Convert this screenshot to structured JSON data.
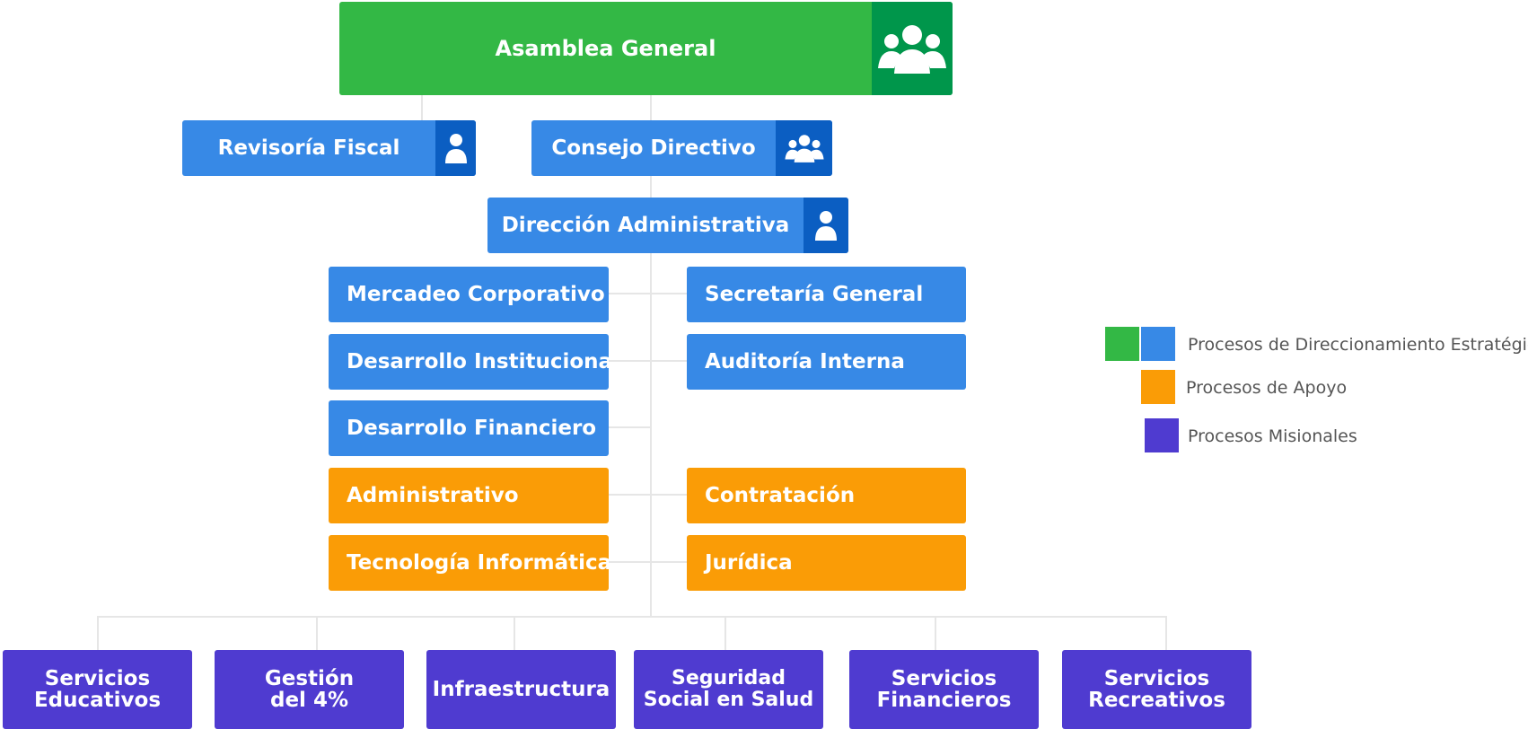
{
  "nodes": {
    "asamblea": "Asamblea General",
    "revisoria": "Revisoría Fiscal",
    "consejo": "Consejo Directivo",
    "direccion": "Dirección Administrativa",
    "mercadeo": "Mercadeo Corporativo",
    "secretaria": "Secretaría General",
    "des_institucional": "Desarrollo Institucional",
    "auditoria": "Auditoría Interna",
    "des_financiero": "Desarrollo Financiero",
    "administrativo": "Administrativo",
    "contratacion": "Contratación",
    "tecnologia": "Tecnología Informática",
    "juridica": "Jurídica"
  },
  "misionales": {
    "educativos": "Servicios\nEducativos",
    "gestion": "Gestión\ndel 4%",
    "infraestructura": "Infraestructura",
    "seguridad": "Seguridad\nSocial en Salud",
    "financieros": "Servicios\nFinancieros",
    "recreativos": "Servicios\nRecreativos"
  },
  "legend": {
    "direccionamiento": "Procesos de Direccionamiento Estratégico",
    "apoyo": "Procesos de Apoyo",
    "misionales": "Procesos Misionales"
  },
  "colors": {
    "green": "#33b845",
    "green_dark": "#00964b",
    "blue": "#3789e6",
    "blue_dark": "#0b5ec2",
    "orange": "#fa9c06",
    "purple": "#4f3bd0"
  },
  "icons": {
    "asamblea": "group-icon",
    "revisoria": "person-icon",
    "consejo": "group-icon",
    "direccion": "person-icon"
  }
}
